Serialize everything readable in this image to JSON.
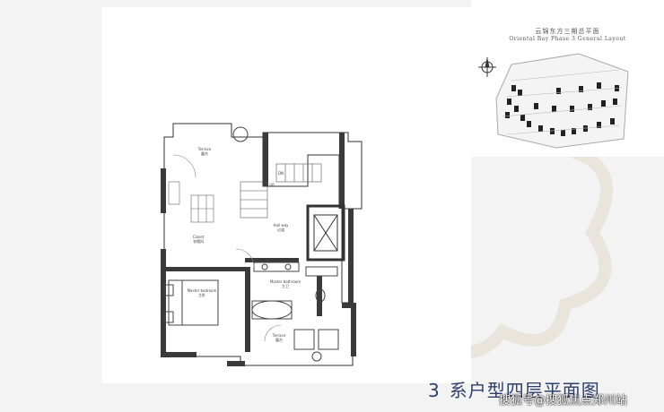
{
  "site_plan": {
    "title_cn": "云锦东方三期总平面",
    "title_en": "Oriental Bay Phase 3 General Layout"
  },
  "floor_plan": {
    "rooms": [
      {
        "id": "terrace-top",
        "en": "Terrace",
        "cn": "露台"
      },
      {
        "id": "closet",
        "en": "Closet",
        "cn": "衣帽间"
      },
      {
        "id": "hallway",
        "en": "Hall way",
        "cn": "过道"
      },
      {
        "id": "master-bedroom",
        "en": "Master bedroom",
        "cn": "主卧"
      },
      {
        "id": "master-bathroom",
        "en": "Master bathroom",
        "cn": "主卫"
      },
      {
        "id": "terrace-bottom",
        "en": "Terrace",
        "cn": "露台"
      }
    ],
    "stair_labels": {
      "up": "UP",
      "dn": "DN"
    }
  },
  "caption": {
    "number": "3",
    "text": "系户型四层平面图"
  },
  "watermark": "搜狐号@搜狐焦点郑州站"
}
